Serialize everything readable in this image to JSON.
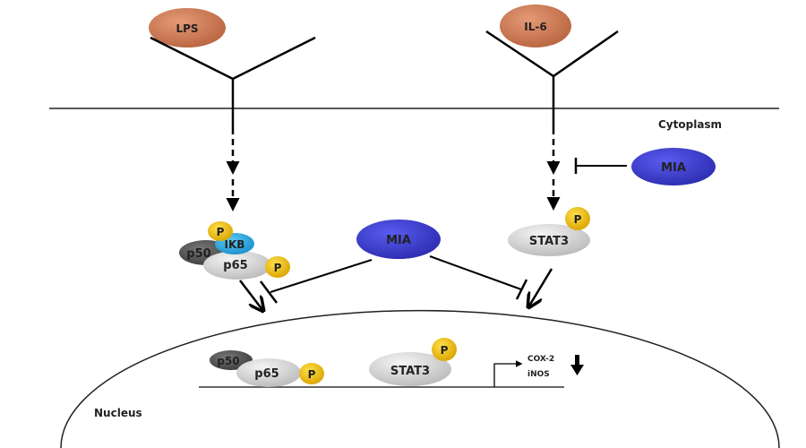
{
  "labels": {
    "lps": "LPS",
    "il6": "IL-6",
    "cytoplasm": "Cytoplasm",
    "nucleus": "Nucleus",
    "mia_top": "MIA",
    "mia_center": "MIA",
    "stat3_cyto": "STAT3",
    "stat3_nuc": "STAT3",
    "p50_cyto": "p50",
    "p65_cyto": "p65",
    "ikb": "IKB",
    "p50_nuc": "p50",
    "p65_nuc": "p65",
    "phospho": "P",
    "cox2": "COX-2",
    "inos": "iNOS"
  },
  "colors": {
    "ligand": "#c7734e",
    "mia": "#3f3fd0",
    "phospho": "#f2c21a",
    "ikb": "#2aa7e0",
    "p50": "#555555",
    "protein": "#d9d9d9"
  }
}
